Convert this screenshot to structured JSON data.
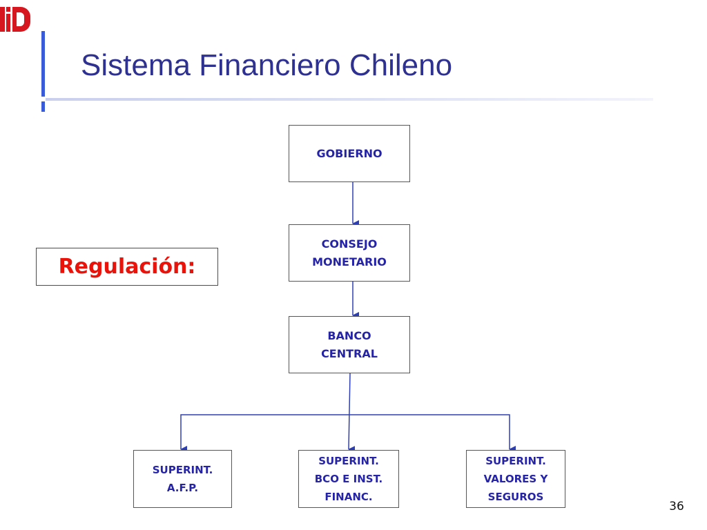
{
  "slide": {
    "title": "Sistema Financiero Chileno",
    "page_number": "36",
    "label": "Regulación:"
  },
  "nodes": {
    "gobierno": "GOBIERNO",
    "consejo": "CONSEJO\nMONETARIO",
    "banco": "BANCO\nCENTRAL",
    "afp": "SUPERINT.\nA.F.P.",
    "bco": "SUPERINT.\nBCO E INST.\nFINANC.",
    "valores": "SUPERINT.\nVALORES Y\nSEGUROS"
  },
  "colors": {
    "title": "#2f3191",
    "node_text": "#2523a6",
    "label": "#e8140c",
    "connector": "#2e3fb3",
    "accent": "#3a5bd9",
    "logo": "#d6171f"
  },
  "icons": {
    "logo": "institution-logo"
  }
}
